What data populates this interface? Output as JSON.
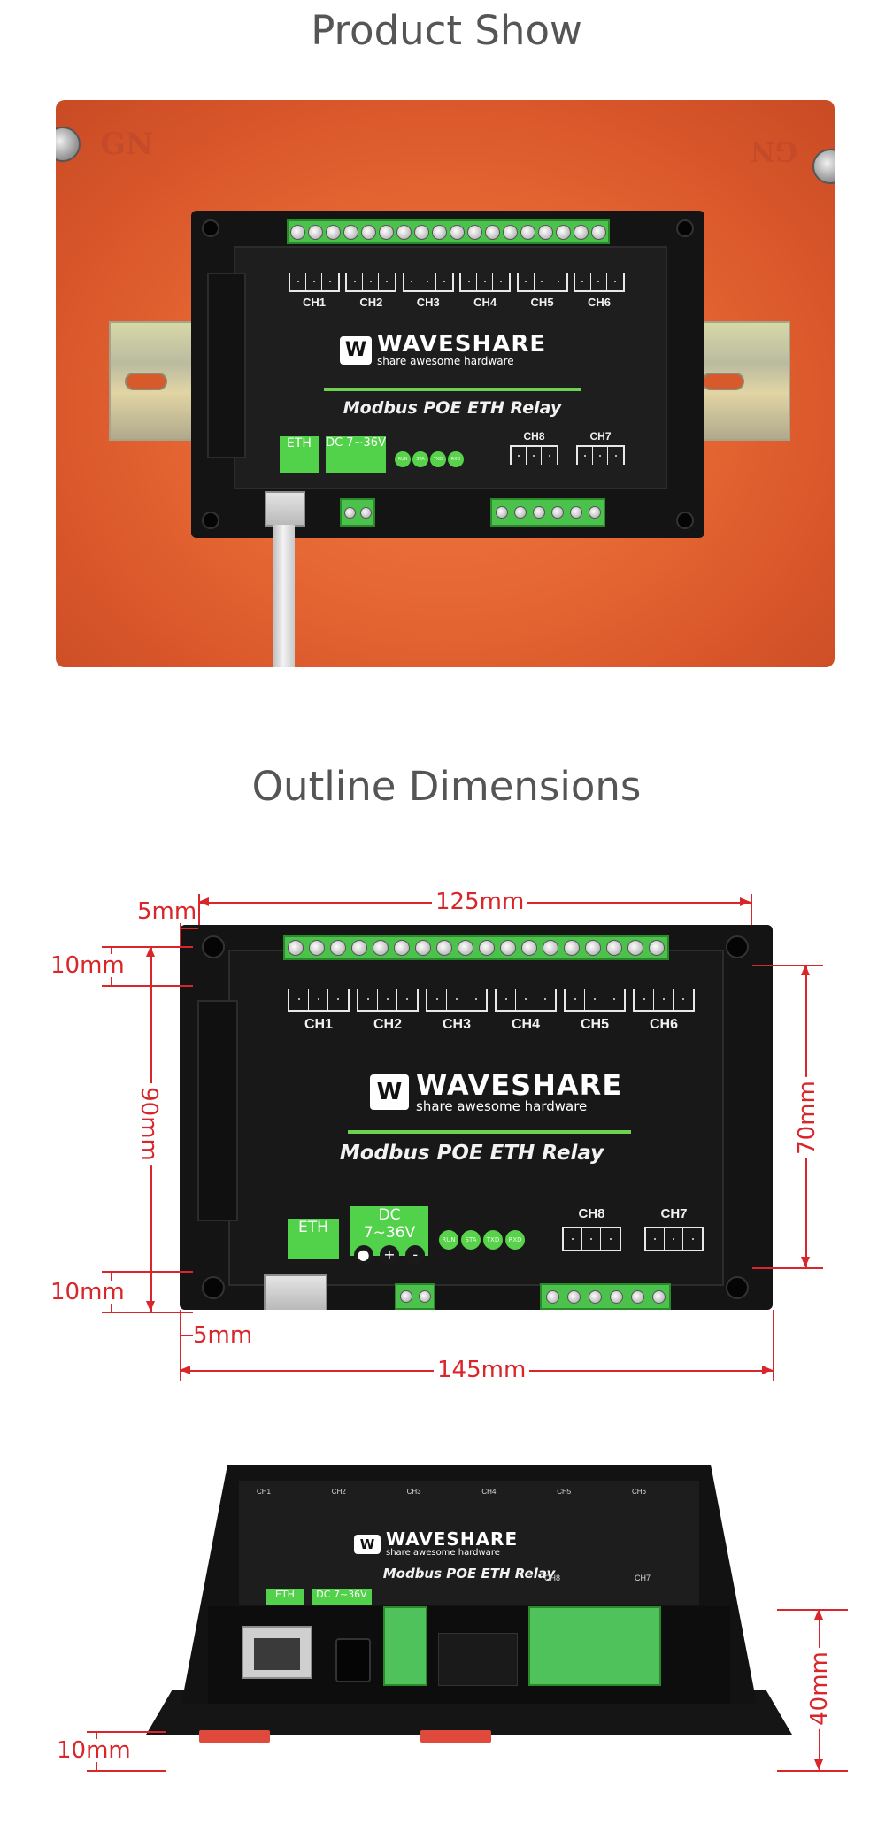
{
  "sections": {
    "product_show_title": "Product Show",
    "outline_title": "Outline Dimensions"
  },
  "device": {
    "brand": "WAVESHARE",
    "brand_mark": "W",
    "tagline": "share awesome hardware",
    "product_name": "Modbus POE ETH Relay",
    "channels_top": [
      "CH1",
      "CH2",
      "CH3",
      "CH4",
      "CH5",
      "CH6"
    ],
    "channels_bottom": [
      "CH8",
      "CH7"
    ],
    "eth_label": "ETH",
    "power_label": "DC 7~36V",
    "plus": "+",
    "minus": "-",
    "status_leds": [
      "RUN",
      "STA",
      "TXD",
      "RXD"
    ]
  },
  "photo": {
    "stamp_left": "GN",
    "stamp_right": "GN"
  },
  "dimensions": {
    "top_width": "125mm",
    "top_offset": "5mm",
    "top_margin": "10mm",
    "height": "90mm",
    "inner_height": "70mm",
    "bottom_margin": "10mm",
    "bottom_offset": "5mm",
    "total_width": "145mm",
    "depth": "40mm",
    "base_height": "10mm"
  },
  "colors": {
    "dimension_red": "#d9262a",
    "terminal_green": "#4bc24b",
    "wall_orange": "#e56632",
    "module_black": "#141414"
  }
}
